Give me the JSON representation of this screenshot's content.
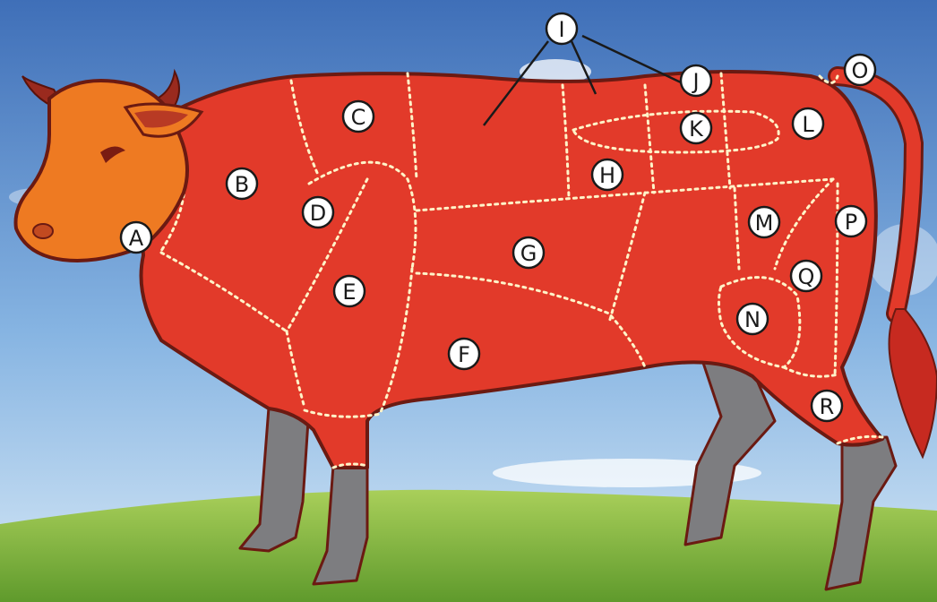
{
  "diagram": {
    "labels": [
      "A",
      "B",
      "C",
      "D",
      "E",
      "F",
      "G",
      "H",
      "I",
      "J",
      "K",
      "L",
      "M",
      "N",
      "O",
      "P",
      "Q",
      "R"
    ],
    "colors": {
      "sky_top": "#3f6fb8",
      "sky_bottom": "#cfe3f5",
      "grass_light": "#a9cf5a",
      "grass_dark": "#5f9a2c",
      "body": "#e23a2a",
      "outline": "#6b1a12",
      "head": "#ee7a22",
      "horn": "#9a2a1e",
      "hoof": "#7d7d80",
      "cut_lines": "#fff4c8"
    }
  }
}
